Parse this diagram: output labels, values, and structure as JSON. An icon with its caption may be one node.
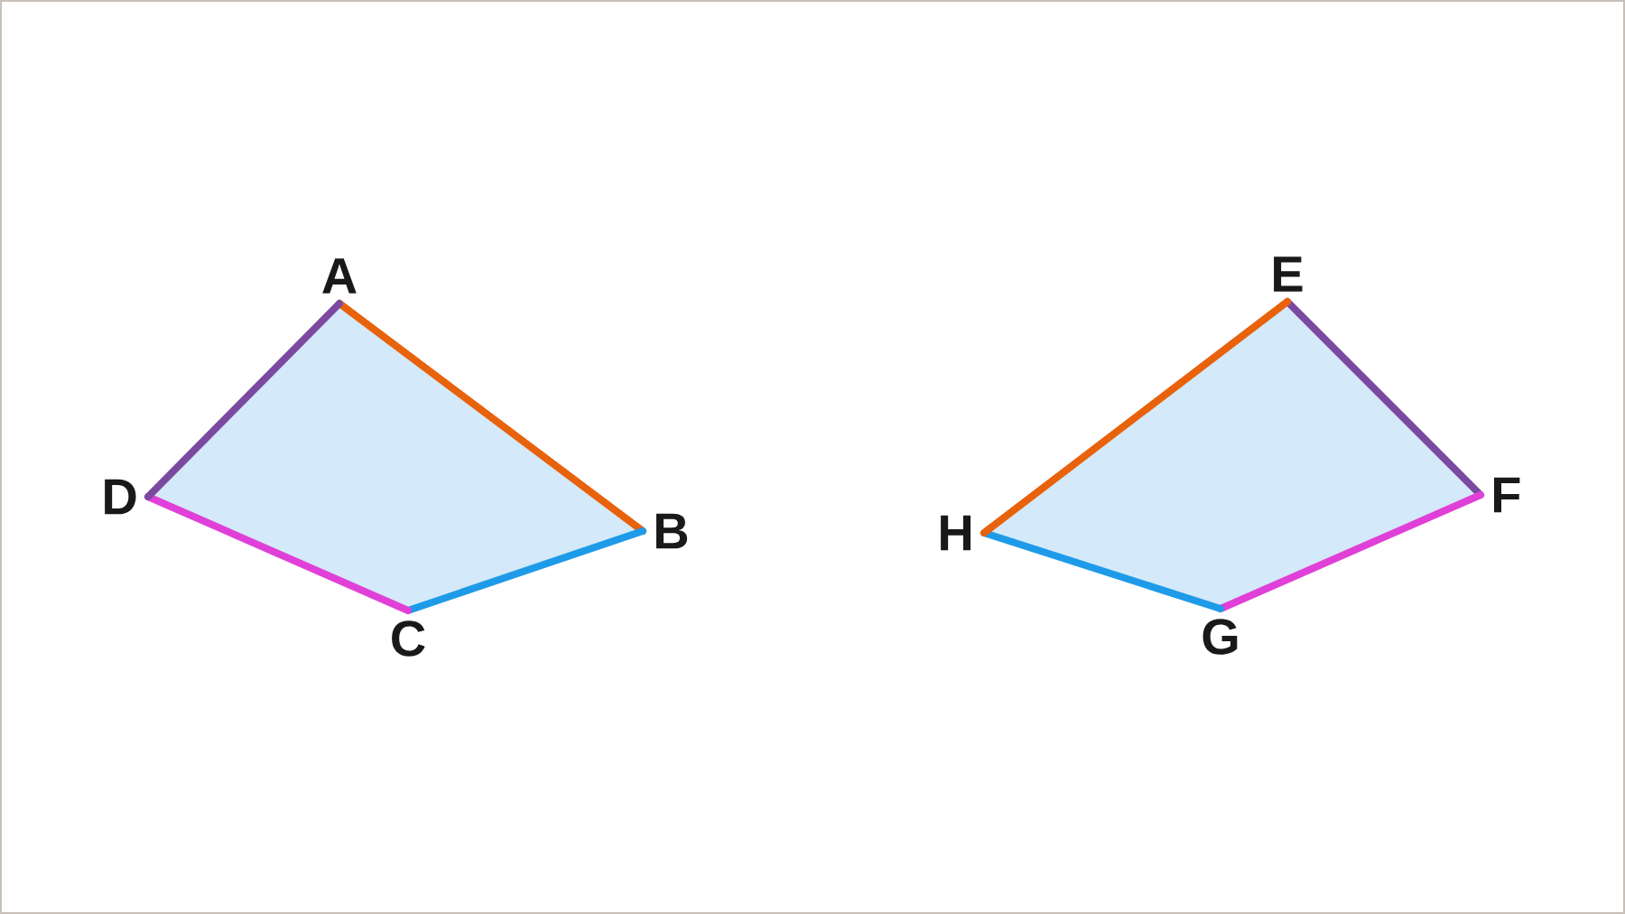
{
  "diagram": {
    "nodes": [
      {
        "text": [
          "A"
        ]
      },
      {
        "text": [
          "B"
        ]
      },
      {
        "text": [
          "C"
        ]
      },
      {
        "text": [
          "D"
        ]
      },
      {
        "text": [
          "E"
        ]
      },
      {
        "text": [
          "F"
        ]
      },
      {
        "text": [
          "G"
        ]
      },
      {
        "text": [
          "H"
        ]
      }
    ],
    "edges": [
      {
        "from": 0,
        "to": 1,
        "arrow": "none",
        "color": "#e8620c"
      },
      {
        "from": 1,
        "to": 2,
        "arrow": "none",
        "color": "#1e9be8"
      },
      {
        "from": 2,
        "to": 3,
        "arrow": "none",
        "color": "#e040d8"
      },
      {
        "from": 3,
        "to": 0,
        "arrow": "none",
        "color": "#7b4aa0"
      },
      {
        "from": 4,
        "to": 5,
        "arrow": "none",
        "color": "#7b4aa0"
      },
      {
        "from": 5,
        "to": 6,
        "arrow": "none",
        "color": "#e040d8"
      },
      {
        "from": 6,
        "to": 7,
        "arrow": "none",
        "color": "#1e9be8"
      },
      {
        "from": 7,
        "to": 4,
        "arrow": "none",
        "color": "#e8620c"
      }
    ]
  }
}
